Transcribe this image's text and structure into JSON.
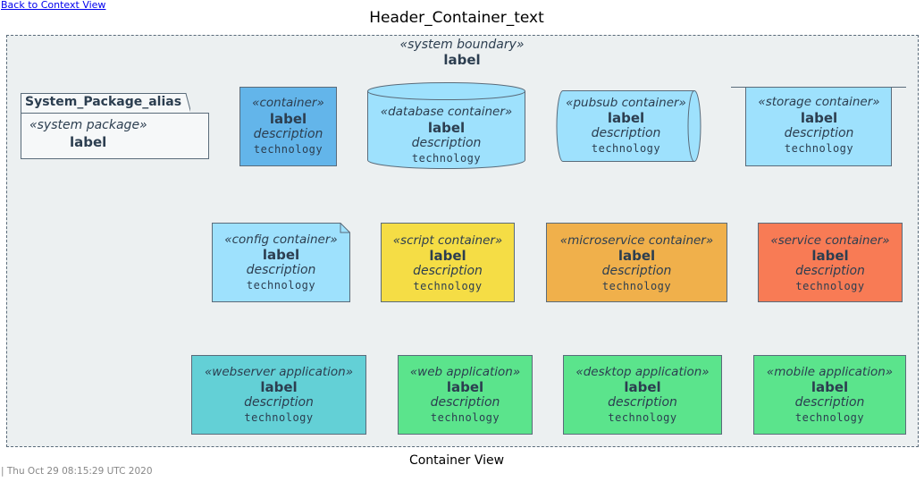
{
  "back_link": "Back to Context View",
  "title": "Header_Container_text",
  "boundary": {
    "stereotype": "«system boundary»",
    "label": "label"
  },
  "package": {
    "alias": "System_Package_alias",
    "stereotype": "«system package»",
    "label": "label"
  },
  "elements": [
    {
      "stereotype": "«container»",
      "label": "label",
      "description": "description",
      "technology": "technology",
      "color": "#63b5ea"
    },
    {
      "stereotype": "«database container»",
      "label": "label",
      "description": "description",
      "technology": "technology",
      "color": "#9ee1fd"
    },
    {
      "stereotype": "«pubsub container»",
      "label": "label",
      "description": "description",
      "technology": "technology",
      "color": "#9ee1fd"
    },
    {
      "stereotype": "«storage container»",
      "label": "label",
      "description": "description",
      "technology": "technology",
      "color": "#9ee1fd"
    },
    {
      "stereotype": "«config container»",
      "label": "label",
      "description": "description",
      "technology": "technology",
      "color": "#9ee1fd"
    },
    {
      "stereotype": "«script container»",
      "label": "label",
      "description": "description",
      "technology": "technology",
      "color": "#f5dd45"
    },
    {
      "stereotype": "«microservice container»",
      "label": "label",
      "description": "description",
      "technology": "technology",
      "color": "#f0b04b"
    },
    {
      "stereotype": "«service container»",
      "label": "label",
      "description": "description",
      "technology": "technology",
      "color": "#f87b55"
    },
    {
      "stereotype": "«webserver application»",
      "label": "label",
      "description": "description",
      "technology": "technology",
      "color": "#63d0d6"
    },
    {
      "stereotype": "«web application»",
      "label": "label",
      "description": "description",
      "technology": "technology",
      "color": "#5be48c"
    },
    {
      "stereotype": "«desktop application»",
      "label": "label",
      "description": "description",
      "technology": "technology",
      "color": "#5be48c"
    },
    {
      "stereotype": "«mobile application»",
      "label": "label",
      "description": "description",
      "technology": "technology",
      "color": "#5be48c"
    }
  ],
  "footer": "Container View",
  "timestamp": "| Thu Oct 29 08:15:29 UTC 2020"
}
